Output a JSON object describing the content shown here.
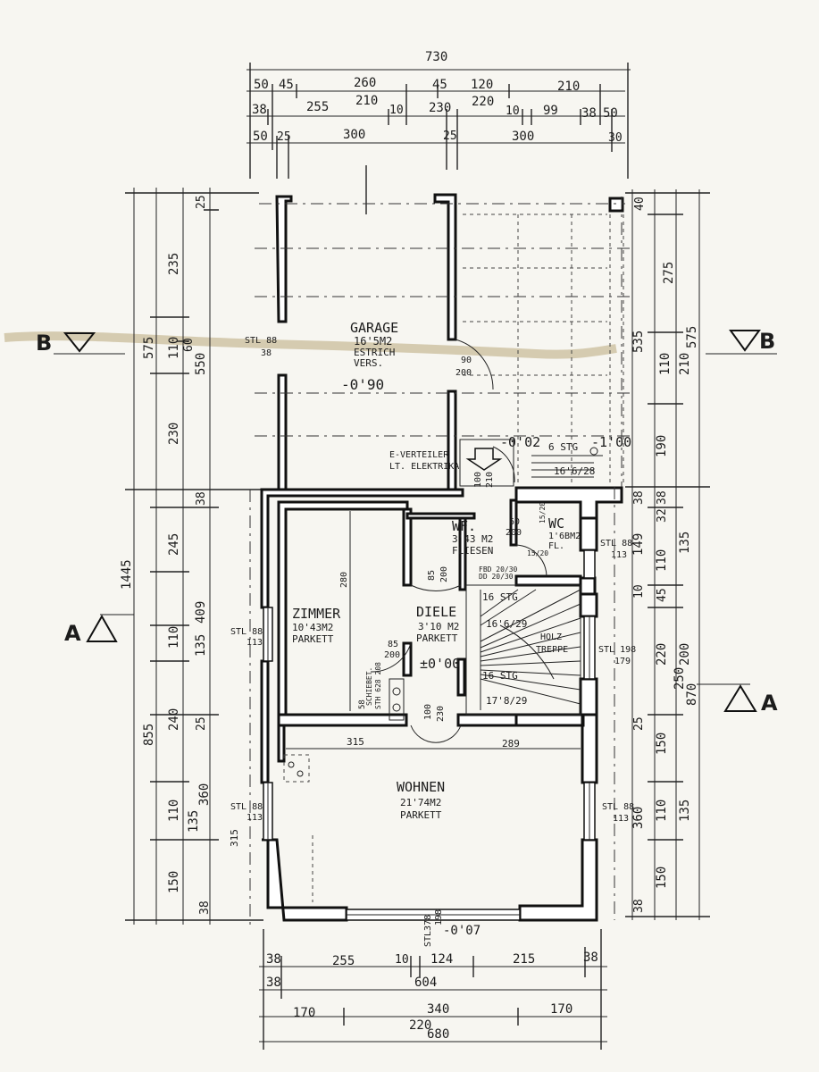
{
  "sections": {
    "b": "B",
    "a": "A"
  },
  "top_dims": {
    "total": "730",
    "r1": [
      "50",
      "45",
      "260",
      "45",
      "120",
      "210"
    ],
    "r2": [
      "38",
      "255",
      "210",
      "10",
      "230",
      "220",
      "10",
      "99",
      "38",
      "50"
    ],
    "r3": [
      "50",
      "25",
      "300",
      "25",
      "300",
      "30"
    ]
  },
  "bottom_dims": {
    "r1": [
      "38",
      "255",
      "10",
      "124",
      "215",
      "38"
    ],
    "r2": [
      "38",
      "604"
    ],
    "r3": [
      "170",
      "340",
      "170"
    ],
    "r4": [
      "220",
      "680"
    ]
  },
  "left_dims": {
    "total": "1445",
    "outer": [
      "575",
      "855"
    ],
    "mid": [
      "235",
      "110",
      "230",
      "245",
      "110",
      "240",
      "110",
      "150"
    ],
    "inner": [
      "25",
      "60",
      "550",
      "38",
      "135",
      "409",
      "25",
      "135",
      "360",
      "38"
    ],
    "extra": [
      "315"
    ]
  },
  "right_dims": {
    "outer": [
      "575",
      "870"
    ],
    "mid": [
      "275",
      "210",
      "250",
      "200"
    ],
    "inner": [
      "40",
      "535",
      "110",
      "190",
      "38",
      "32",
      "38",
      "149",
      "110",
      "135",
      "10",
      "45",
      "220",
      "25",
      "150",
      "360",
      "110",
      "135",
      "150",
      "38"
    ]
  },
  "rooms": {
    "garage": {
      "name": "GARAGE",
      "area": "16'5M2",
      "floor": "ESTRICH",
      "floor2": "VERS.",
      "level": "-0'90"
    },
    "zimmer": {
      "name": "ZIMMER",
      "area": "10'43M2",
      "floor": "PARKETT"
    },
    "wf": {
      "name": "WF.",
      "area": "3'43 M2",
      "floor": "FLIESEN"
    },
    "wc": {
      "name": "WC",
      "area": "1'6BM2",
      "floor": "FL."
    },
    "diele": {
      "name": "DIELE",
      "area": "3'10 M2",
      "floor": "PARKETT",
      "level": "±0'00"
    },
    "wohnen": {
      "name": "WOHNEN",
      "area": "21'74M2",
      "floor": "PARKETT"
    }
  },
  "notes": {
    "e_verteiler": "E-VERTEILER",
    "elektrika": "LT. ELEKTRIKA",
    "stl1": "STL 88",
    "stl1b": "38",
    "stl2": "STL 88",
    "stl2b": "113",
    "stl3": "STL 88",
    "stl3b": "113",
    "stl4": "STL 88",
    "stl4b": "113",
    "stl5": "STL 198",
    "stl5b": "179",
    "stl6": "STL 88",
    "stl6b": "113",
    "stl378": "STL378",
    "door_garage": "90",
    "door_garage2": "200",
    "door_wf": "85",
    "door_wf2": "200",
    "door_wc": "60",
    "door_wc2": "200",
    "door_zimmer": "85",
    "door_zimmer2": "200",
    "door_wohnen": "100",
    "door_wohnen2": "230",
    "door_entry": "100",
    "door_entry2": "210",
    "stair_ext": "6 STG",
    "stair_ext2": "16'6/28",
    "level_ext": "-0'02",
    "level_ext2": "-1'00",
    "stairs_a": "16 STG",
    "stairs_a2": "16'6/29",
    "stairs_b": "16 STG",
    "stairs_b2": "17'8/29",
    "holz": "HOLZ",
    "treppe": "TREPPE",
    "fbd": "FBD 20/30",
    "fbd2": "DD 20/30",
    "schiebe": "SCHIEBET.",
    "schiebe2": "STH 628 208",
    "dim_280": "280",
    "dim_315": "315",
    "dim_289": "289",
    "dim_58": "58",
    "level_terr": "-0'07",
    "dim_198": "198",
    "wc_dim": "15/20"
  },
  "colors": {
    "ink": "#111111",
    "paper": "#f7f6f1",
    "stain": "#b9a77a"
  }
}
